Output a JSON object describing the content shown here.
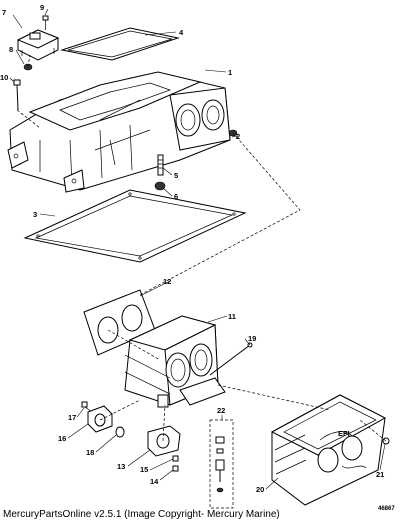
{
  "diagram": {
    "callouts": {
      "c1": "1",
      "c2": "2",
      "c3": "3",
      "c4": "4",
      "c5": "5",
      "c6": "6",
      "c7": "7",
      "c8": "8",
      "c9": "9",
      "c10": "10",
      "c11": "11",
      "c12": "12",
      "c13": "13",
      "c14": "14",
      "c15": "15",
      "c16": "16",
      "c17": "17",
      "c18": "18",
      "c19": "19",
      "c20": "20",
      "c21": "21",
      "c22": "22"
    },
    "doc_id": "46867",
    "cover_marking": "EFI"
  },
  "footer": {
    "text": "MercuryPartsOnline v2.5.1 (Image Copyright- Mercury Marine)"
  }
}
